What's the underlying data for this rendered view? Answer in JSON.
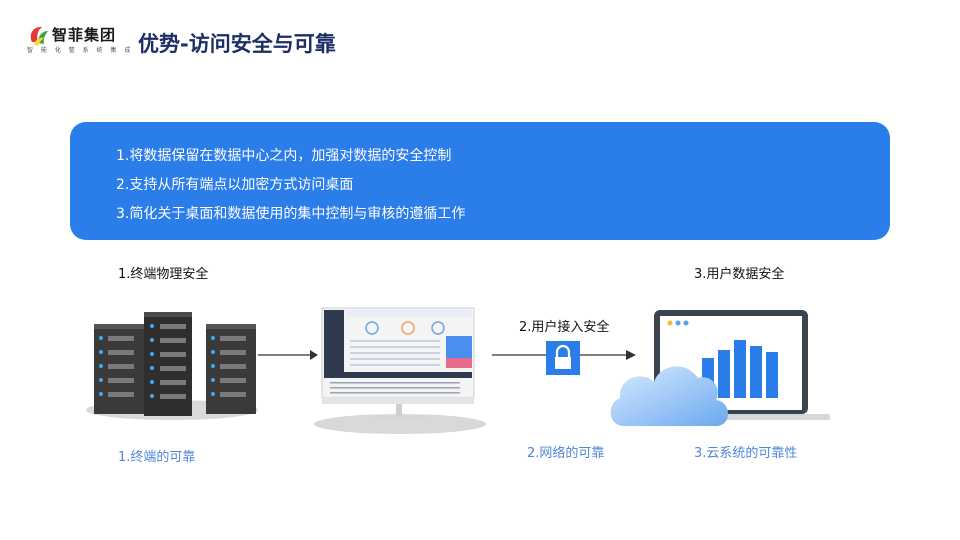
{
  "header": {
    "logo_name": "智菲集团",
    "logo_tagline": "智 能   化 整 系 统 集 成",
    "title": "优势-访问安全与可靠"
  },
  "panel": {
    "lines": [
      "1.将数据保留在数据中心之内，加强对数据的安全控制",
      "2.支持从所有端点以加密方式访问桌面",
      "3.简化关于桌面和数据使用的集中控制与审核的遵循工作"
    ],
    "color": "#2b7de9"
  },
  "diagram": {
    "label_physical": "1.终端物理安全",
    "label_access": "2.用户接入安全",
    "label_data": "3.用户数据安全",
    "caption_terminal": "1.终端的可靠",
    "caption_network": "2.网络的可靠",
    "caption_cloud": "3.云系统的可靠性",
    "caption_color": "#4f86d9"
  }
}
